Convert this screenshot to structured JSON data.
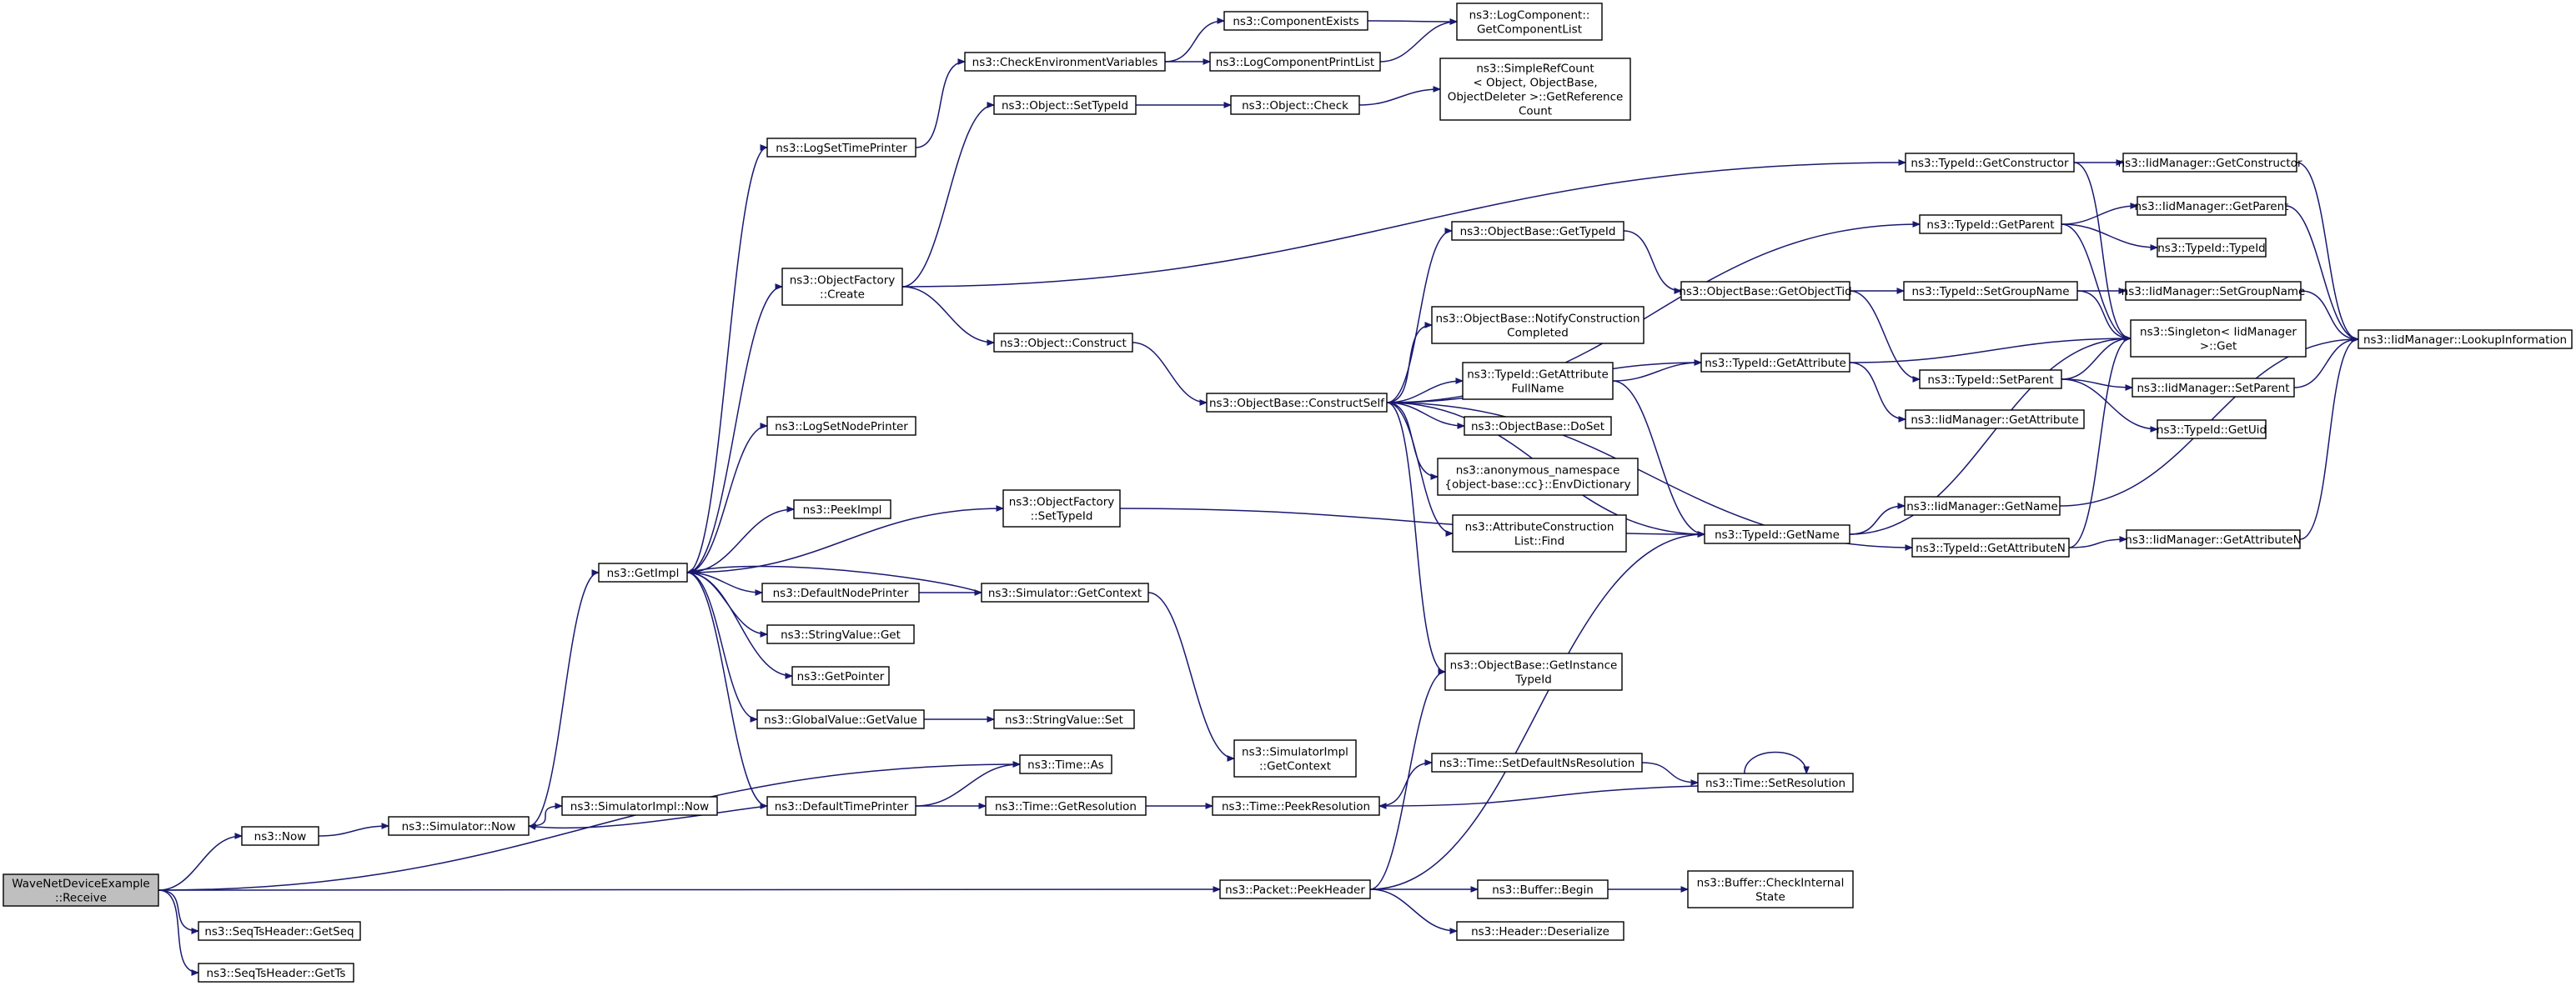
{
  "edge_color": "#191970",
  "root_fill": "#bfbfbf",
  "nodes": {
    "root": [
      "WaveNetDeviceExample",
      "::Receive"
    ],
    "now": [
      "ns3::Now"
    ],
    "seqget": [
      "ns3::SeqTsHeader::GetSeq"
    ],
    "seqgetts": [
      "ns3::SeqTsHeader::GetTs"
    ],
    "simnow": [
      "ns3::Simulator::Now"
    ],
    "getimpl": [
      "ns3::GetImpl"
    ],
    "simimplnow": [
      "ns3::SimulatorImpl::Now"
    ],
    "logsettime": [
      "ns3::LogSetTimePrinter"
    ],
    "checkenv": [
      "ns3::CheckEnvironmentVariables"
    ],
    "compexists": [
      "ns3::ComponentExists"
    ],
    "logcompprint": [
      "ns3::LogComponentPrintList"
    ],
    "getcomplist": [
      "ns3::LogComponent::",
      "GetComponentList"
    ],
    "objsettypeid": [
      "ns3::Object::SetTypeId"
    ],
    "objcheck": [
      "ns3::Object::Check"
    ],
    "simplerefcount": [
      "ns3::SimpleRefCount",
      "< Object, ObjectBase,",
      "ObjectDeleter >::GetReference",
      "Count"
    ],
    "objfactcreate": [
      "ns3::ObjectFactory",
      "::Create"
    ],
    "objconstruct": [
      "ns3::Object::Construct"
    ],
    "constructself": [
      "ns3::ObjectBase::ConstructSelf"
    ],
    "lognode": [
      "ns3::LogSetNodePrinter"
    ],
    "peekimpl": [
      "ns3::PeekImpl"
    ],
    "objfactset": [
      "ns3::ObjectFactory",
      "::SetTypeId"
    ],
    "defnode": [
      "ns3::DefaultNodePrinter"
    ],
    "simgetctx": [
      "ns3::Simulator::GetContext"
    ],
    "strvalget": [
      "ns3::StringValue::Get"
    ],
    "getpointer": [
      "ns3::GetPointer"
    ],
    "gvgetvalue": [
      "ns3::GlobalValue::GetValue"
    ],
    "strvalset": [
      "ns3::StringValue::Set"
    ],
    "simimplctx": [
      "ns3::SimulatorImpl",
      "::GetContext"
    ],
    "timeas": [
      "ns3::Time::As"
    ],
    "deftime": [
      "ns3::DefaultTimePrinter"
    ],
    "timegetres": [
      "ns3::Time::GetResolution"
    ],
    "timepeekres": [
      "ns3::Time::PeekResolution"
    ],
    "timesetdef": [
      "ns3::Time::SetDefaultNsResolution"
    ],
    "timesetres": [
      "ns3::Time::SetResolution"
    ],
    "peekheader": [
      "ns3::Packet::PeekHeader"
    ],
    "bufbegin": [
      "ns3::Buffer::Begin"
    ],
    "bufcheck": [
      "ns3::Buffer::CheckInternal",
      "State"
    ],
    "hdrdeser": [
      "ns3::Header::Deserialize"
    ],
    "obgettypeid": [
      "ns3::ObjectBase::GetTypeId"
    ],
    "obnotify": [
      "ns3::ObjectBase::NotifyConstruction",
      "Completed"
    ],
    "tidgetattrfull": [
      "ns3::TypeId::GetAttribute",
      "FullName"
    ],
    "obdoset": [
      "ns3::ObjectBase::DoSet"
    ],
    "anonenv": [
      "ns3::anonymous_namespace",
      "{object-base::cc}::EnvDictionary"
    ],
    "attrconsfind": [
      "ns3::AttributeConstruction",
      "List::Find"
    ],
    "obgetinst": [
      "ns3::ObjectBase::GetInstance",
      "TypeId"
    ],
    "obgetobjtid": [
      "ns3::ObjectBase::GetObjectTid"
    ],
    "tidgetattr": [
      "ns3::TypeId::GetAttribute"
    ],
    "tidgetname": [
      "ns3::TypeId::GetName"
    ],
    "iidgetattr": [
      "ns3::IidManager::GetAttribute"
    ],
    "tidsetgroup": [
      "ns3::TypeId::SetGroupName"
    ],
    "tidsetparent": [
      "ns3::TypeId::SetParent"
    ],
    "iidgetname": [
      "ns3::IidManager::GetName"
    ],
    "tidgetattrn": [
      "ns3::TypeId::GetAttributeN"
    ],
    "tidgetctor": [
      "ns3::TypeId::GetConstructor"
    ],
    "tidgetparent": [
      "ns3::TypeId::GetParent"
    ],
    "singleton": [
      "ns3::Singleton< IidManager",
      ">::Get"
    ],
    "iidgetctor": [
      "ns3::IidManager::GetConstructor"
    ],
    "iidgetparent": [
      "ns3::IidManager::GetParent"
    ],
    "tidtypeid": [
      "ns3::TypeId::TypeId"
    ],
    "iidsetgroup": [
      "ns3::IidManager::SetGroupName"
    ],
    "iidsetparent": [
      "ns3::IidManager::SetParent"
    ],
    "tidgetuid": [
      "ns3::TypeId::GetUid"
    ],
    "iidgetattrn": [
      "ns3::IidManager::GetAttributeN"
    ],
    "iidlookup": [
      "ns3::IidManager::LookupInformation"
    ]
  }
}
